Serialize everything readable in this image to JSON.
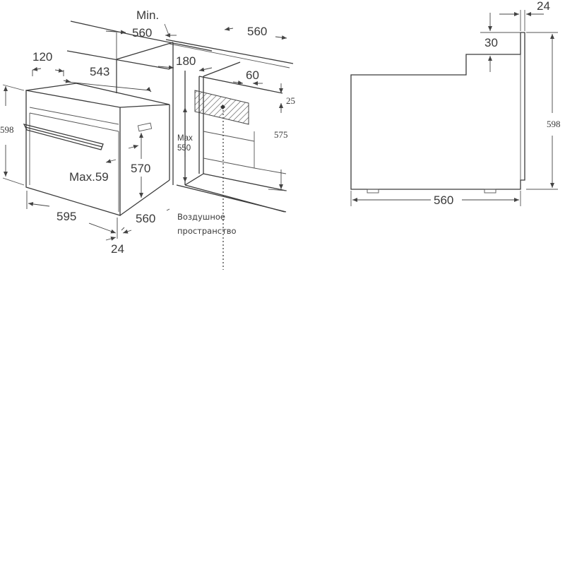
{
  "installation": {
    "min_label": "Min.",
    "niche_depth": "560",
    "counter_depth": "560",
    "cutout_top": "120",
    "niche_width": "543",
    "back_gap": "180",
    "vent_offset": "60",
    "vent_height": "25",
    "max_label": "Max",
    "max_value": "550",
    "niche_height": "575",
    "oven_height": "598",
    "depth_front": "Max.59",
    "inner_height": "570",
    "oven_width": "595",
    "oven_depth": "560",
    "door_thickness": "24",
    "air_space_line1": "Воздушное",
    "air_space_line2": "пространство"
  },
  "side_view": {
    "door_depth": "24",
    "step_height": "30",
    "height": "598",
    "depth": "560"
  }
}
